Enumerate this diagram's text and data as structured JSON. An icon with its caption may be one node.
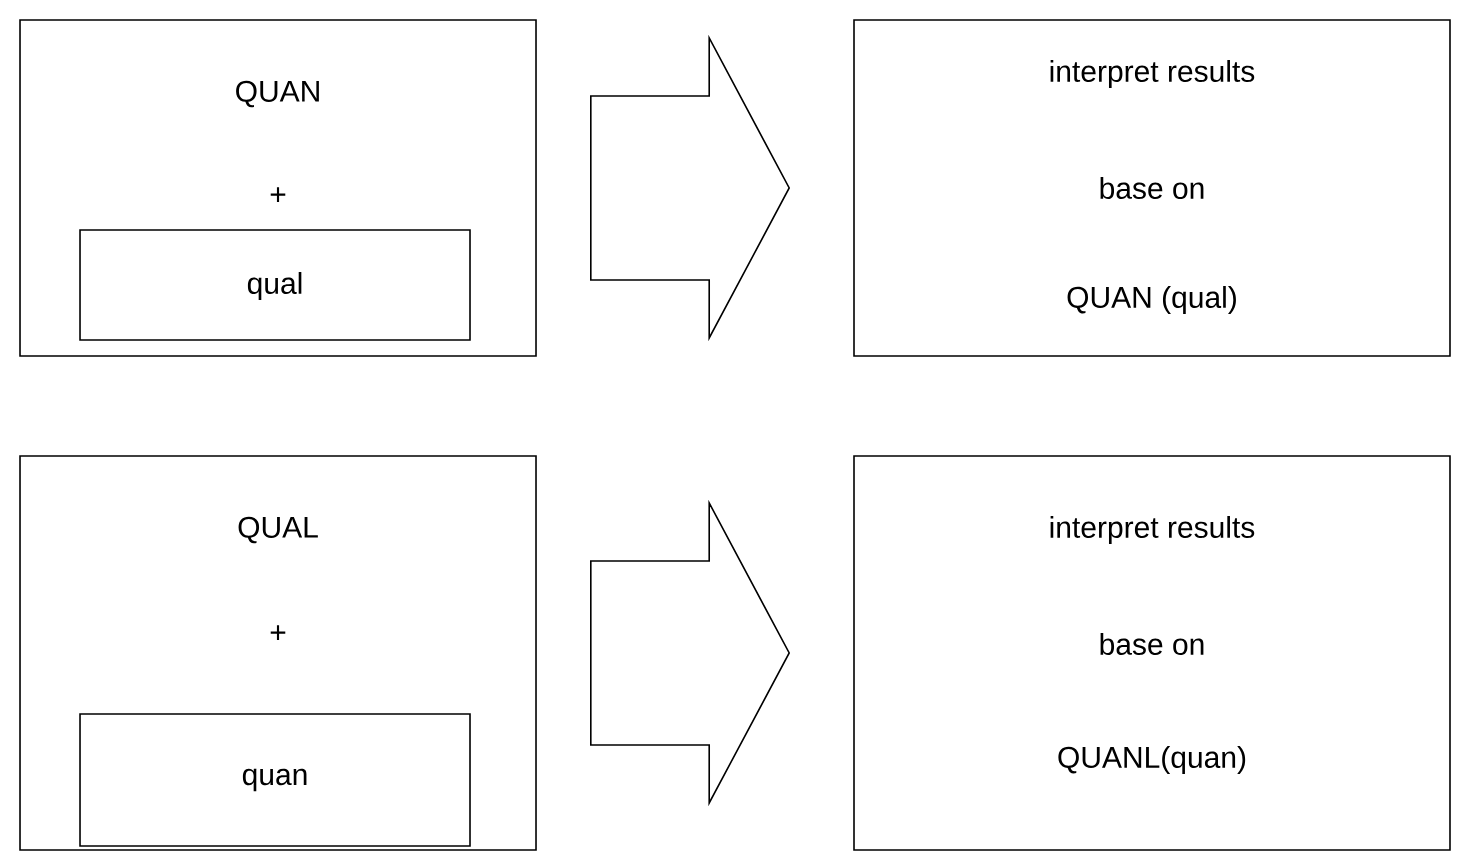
{
  "diagram": {
    "nodes": [
      {
        "text": [
          "QUAN",
          "+"
        ]
      },
      {
        "text": [
          "qual"
        ],
        "in": 0
      },
      {
        "text": [
          "interpret results",
          "base on",
          "QUAN (qual)"
        ]
      },
      {
        "text": [
          "QUAL",
          "+"
        ]
      },
      {
        "text": [
          "quan"
        ],
        "in": 3
      },
      {
        "text": [
          "interpret results",
          "base on",
          "QUANL(quan)"
        ]
      }
    ],
    "edges": [
      {
        "from": 0,
        "to": 2,
        "arrow": "to"
      },
      {
        "from": 3,
        "to": 5,
        "arrow": "to"
      }
    ]
  }
}
